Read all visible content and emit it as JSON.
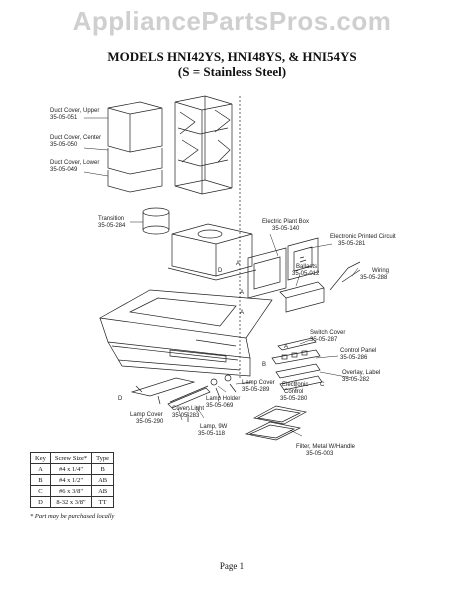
{
  "watermark": "AppliancePartsPros.com",
  "title_line1": "MODELS HNI42YS, HNI48YS, & HNI54YS",
  "title_line2": "(S = Stainless Steel)",
  "labels": {
    "duct_upper": [
      "Duct Cover, Upper",
      "35-05-051"
    ],
    "duct_center": [
      "Duct Cover, Center",
      "35-05-050"
    ],
    "duct_lower": [
      "Duct Cover, Lower",
      "35-05-049"
    ],
    "transition": [
      "Transition",
      "35-05-284"
    ],
    "plant_box": [
      "Electric Plant Box",
      "35-05-140"
    ],
    "pcb": [
      "Electronic Printed Circuit",
      "35-05-281"
    ],
    "ballasts": [
      "Ballasts",
      "35-05-012"
    ],
    "wiring": [
      "Wiring",
      "35-05-288"
    ],
    "switch_cover": [
      "Switch Cover",
      "35-05-287"
    ],
    "control_panel": [
      "Control Panel",
      "35-05-286"
    ],
    "overlay": [
      "Overlay, Label",
      "35-05-282"
    ],
    "elec_control": [
      "Electronic",
      "Control",
      "35-05-280"
    ],
    "lamp_cover_r": [
      "Lamp Cover",
      "35-05-289"
    ],
    "lamp_holder": [
      "Lamp Holder",
      "35-05-069"
    ],
    "cover_light": [
      "Cover, Light",
      "35-05-283"
    ],
    "lamp_cover_l": [
      "Lamp Cover",
      "35-05-290"
    ],
    "lamp": [
      "Lamp, 9W",
      "35-05-118"
    ],
    "filter": [
      "Filter, Metal W/Handle",
      "35-05-003"
    ]
  },
  "key_table": {
    "headers": [
      "Key",
      "Screw Size*",
      "Type"
    ],
    "rows": [
      [
        "A",
        "#4 x 1/4\"",
        "B"
      ],
      [
        "B",
        "#4 x 1/2\"",
        "AB"
      ],
      [
        "C",
        "#6 x 3/8\"",
        "AB"
      ],
      [
        "D",
        "8-32 x 3/8\"",
        "TT"
      ]
    ]
  },
  "note": "* Part may be purchased locally",
  "page_label": "Page 1"
}
